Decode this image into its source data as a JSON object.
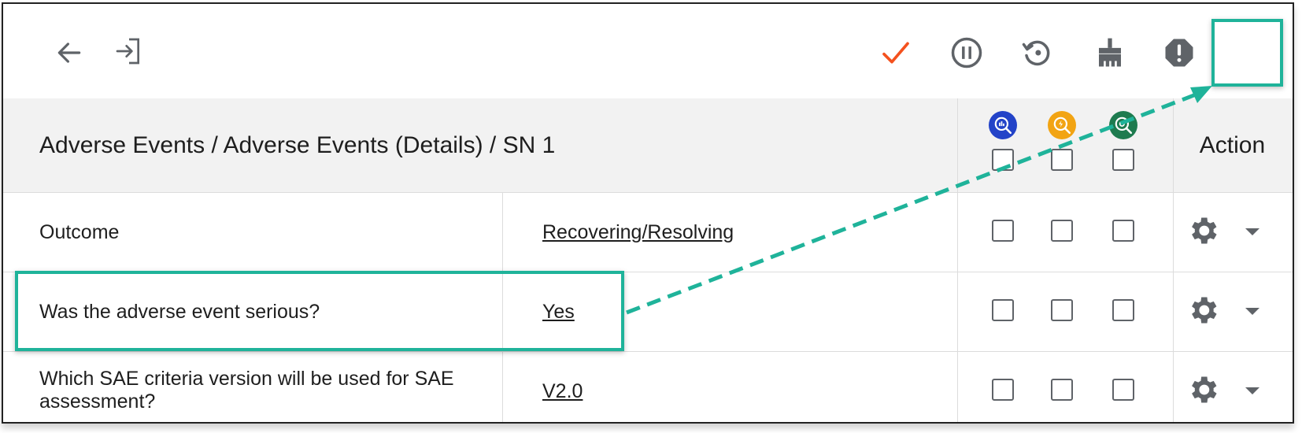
{
  "toolbar": {
    "back_icon": "arrow-left-icon",
    "enter_icon": "sign-in-icon",
    "check_icon": "checkmark-icon",
    "pause_icon": "pause-circle-icon",
    "history_icon": "restore-icon",
    "clean_icon": "broom-icon",
    "alert_icon": "alert-octagon-icon"
  },
  "table": {
    "breadcrumb": "Adverse Events / Adverse Events (Details) / SN 1",
    "action_header": "Action",
    "column_icons": [
      {
        "name": "query-blue-icon",
        "color": "#2343c8"
      },
      {
        "name": "query-orange-icon",
        "color": "#f2a413"
      },
      {
        "name": "query-green-icon",
        "color": "#1e7b4f"
      }
    ],
    "rows": [
      {
        "question": "Outcome",
        "answer": "Recovering/Resolving"
      },
      {
        "question": "Was the adverse event serious?",
        "answer": "Yes"
      },
      {
        "question": "Which SAE criteria version will be used for SAE assessment?",
        "answer": "V2.0"
      }
    ]
  },
  "colors": {
    "accent_teal": "#1fb39a",
    "check_orange": "#f4511e",
    "icon_gray": "#5f6368",
    "header_bg": "#f2f2f2"
  }
}
